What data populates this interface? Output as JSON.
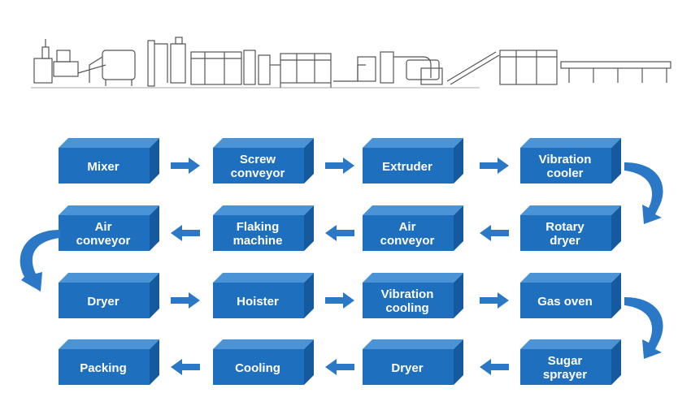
{
  "steps": [
    {
      "label": "Mixer"
    },
    {
      "label": "Screw\nconveyor"
    },
    {
      "label": "Extruder"
    },
    {
      "label": "Vibration\ncooler"
    },
    {
      "label": "Rotary\ndryer"
    },
    {
      "label": "Air\nconveyor"
    },
    {
      "label": "Flaking\nmachine"
    },
    {
      "label": "Air\nconveyor"
    },
    {
      "label": "Dryer"
    },
    {
      "label": "Hoister"
    },
    {
      "label": "Vibration\ncooling"
    },
    {
      "label": "Gas oven"
    },
    {
      "label": "Sugar\nsprayer"
    },
    {
      "label": "Dryer"
    },
    {
      "label": "Cooling"
    },
    {
      "label": "Packing"
    }
  ],
  "colors": {
    "box_front": "#1f6fbf",
    "box_top": "#4a93d6",
    "box_side": "#155a9e",
    "arrow": "#2a78c6",
    "machinery": "#555555"
  }
}
